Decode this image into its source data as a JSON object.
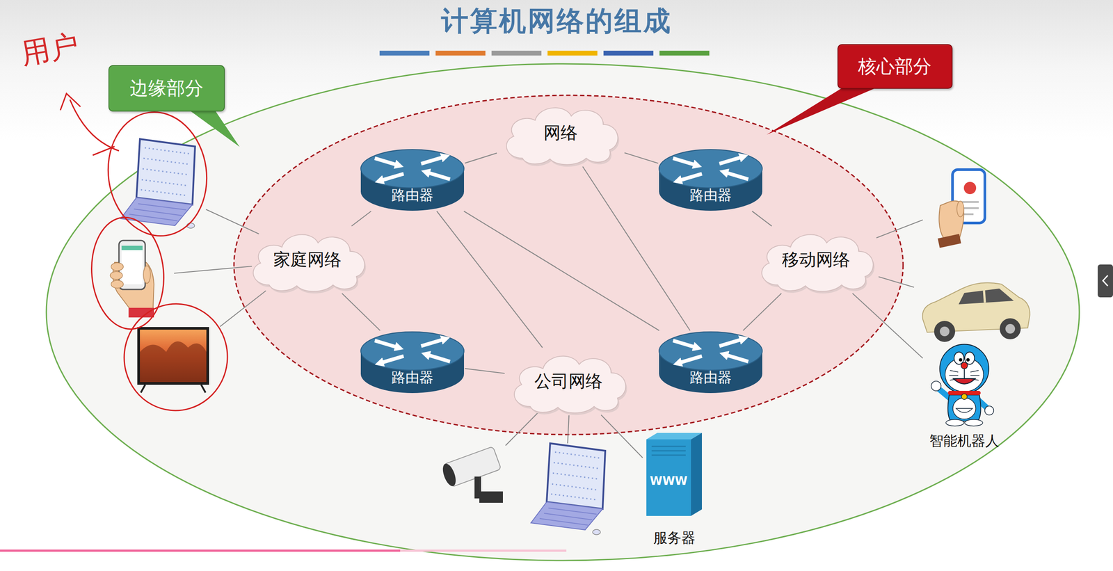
{
  "diagram": {
    "title": "计算机网络的组成",
    "nodes": [
      {
        "text": [
          "边缘部分"
        ]
      },
      {
        "text": [
          "核心部分"
        ]
      },
      {
        "text": [
          "网络"
        ]
      },
      {
        "text": [
          "路由器"
        ]
      },
      {
        "text": [
          "路由器"
        ]
      },
      {
        "text": [
          "家庭网络"
        ]
      },
      {
        "text": [
          "移动网络"
        ]
      },
      {
        "text": [
          "路由器"
        ]
      },
      {
        "text": [
          "公司网络"
        ]
      },
      {
        "text": [
          "路由器"
        ]
      },
      {
        "text": [
          "智能机器人"
        ]
      },
      {
        "text": [
          "WWW",
          "服务器"
        ]
      }
    ],
    "edges": [
      {
        "from": 2,
        "to": 3,
        "arrow": "none"
      },
      {
        "from": 2,
        "to": 4,
        "arrow": "none"
      },
      {
        "from": 2,
        "to": 9,
        "arrow": "none"
      },
      {
        "from": 3,
        "to": 5,
        "arrow": "none"
      },
      {
        "from": 3,
        "to": 8,
        "arrow": "none"
      },
      {
        "from": 3,
        "to": 9,
        "arrow": "none"
      },
      {
        "from": 4,
        "to": 6,
        "arrow": "none"
      },
      {
        "from": 5,
        "to": 7,
        "arrow": "none"
      },
      {
        "from": 7,
        "to": 8,
        "arrow": "none"
      },
      {
        "from": 6,
        "to": 9,
        "arrow": "none"
      },
      {
        "from": 6,
        "to": 10,
        "arrow": "none"
      },
      {
        "from": 8,
        "to": 11,
        "arrow": "none"
      }
    ],
    "labels": [
      "用户"
    ]
  }
}
